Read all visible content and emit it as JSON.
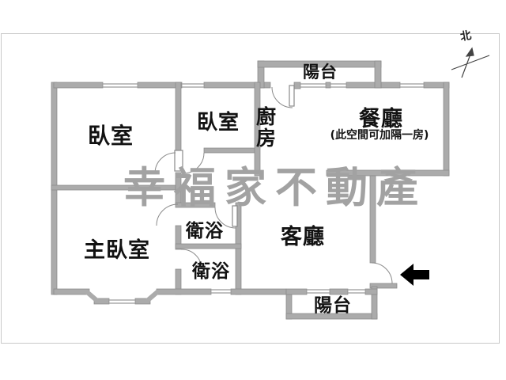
{
  "plan": {
    "type": "apartment-floor-plan",
    "rooms": {
      "bedroom1": "臥室",
      "bedroom2": "臥室",
      "master_bedroom": "主臥室",
      "kitchen": "廚\n房",
      "dining": "餐廳",
      "dining_note": "(此空間可加隔一房)",
      "living": "客廳",
      "bath1": "衛浴",
      "bath2": "衛浴",
      "balcony_top": "陽台",
      "balcony_bottom": "陽台"
    },
    "compass": {
      "label": "北"
    },
    "watermark": {
      "text": "幸福家不動產",
      "color": "#a2a2a2"
    },
    "colors": {
      "wall": "#ababab",
      "wall_edge": "#8a8a8a",
      "text": "#121212",
      "frame_border": "#c9c9c9",
      "entry_arrow": "#000000",
      "background": "#ffffff"
    }
  }
}
